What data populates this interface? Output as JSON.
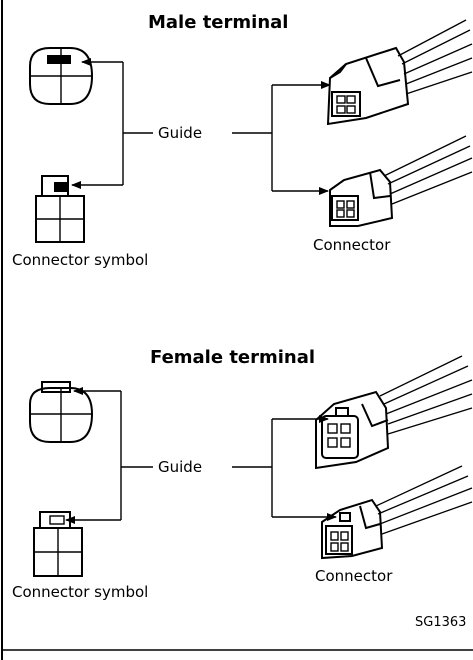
{
  "sections": [
    {
      "title": "Male terminal",
      "guide_label": "Guide",
      "symbol_label": "Connector symbol",
      "connector_label": "Connector"
    },
    {
      "title": "Female terminal",
      "guide_label": "Guide",
      "symbol_label": "Connector symbol",
      "connector_label": "Connector"
    }
  ],
  "figure_code": "SG1363"
}
